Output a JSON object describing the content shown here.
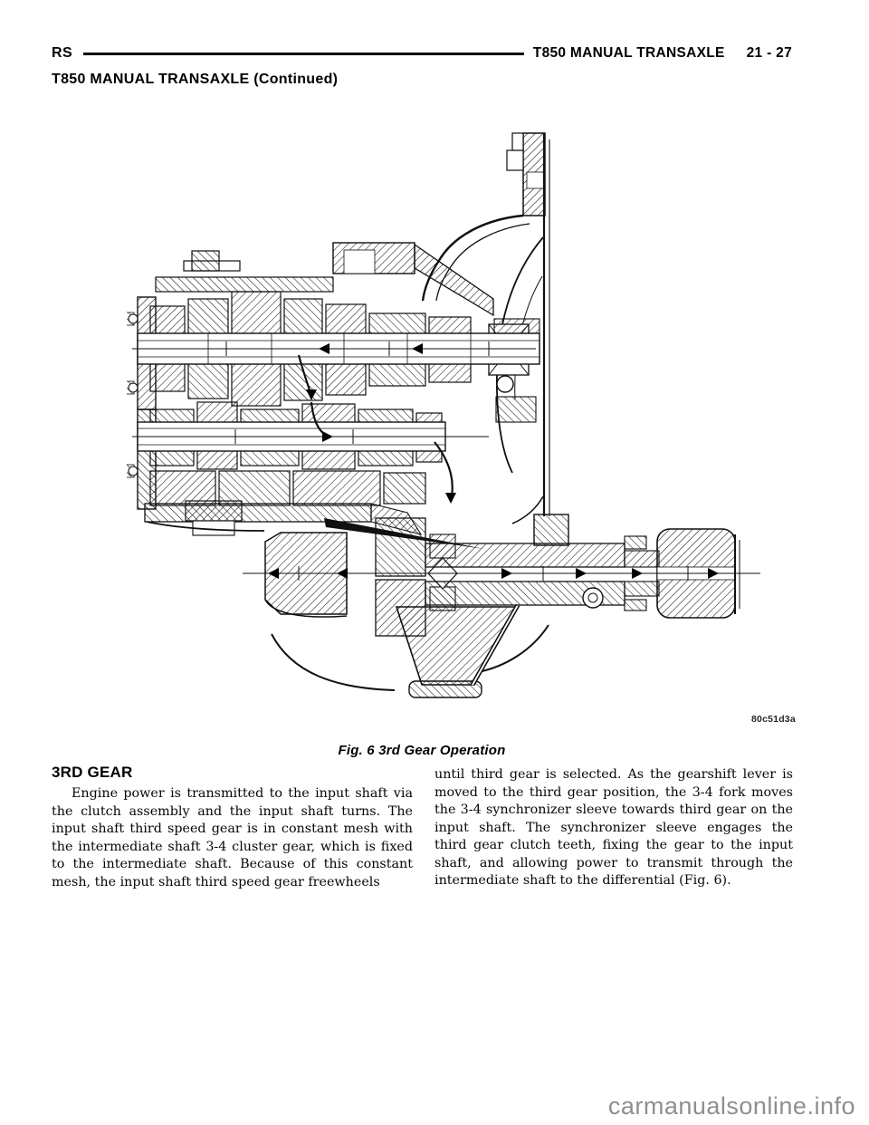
{
  "colors": {
    "ink": "#000000",
    "paper": "#ffffff",
    "watermark_gray": "#8f8f8f"
  },
  "header": {
    "model_code": "RS",
    "title": "T850 MANUAL TRANSAXLE",
    "page_number": "21 - 27",
    "continued": "T850 MANUAL TRANSAXLE (Continued)"
  },
  "figure": {
    "caption": "Fig. 6 3rd Gear Operation",
    "scan_code": "80c51d3a",
    "alt": "Cross-section drawing of the T850 transaxle showing 3rd gear power flow through input shaft, intermediate shaft, differential and axle shaft"
  },
  "section": {
    "heading": "3RD GEAR",
    "paragraph_left": "Engine power is transmitted to the input shaft via the clutch assembly and the input shaft turns. The input shaft third speed gear is in constant mesh with the intermediate shaft 3-4 cluster gear, which is fixed to the intermediate shaft. Because of this constant mesh, the input shaft third speed gear freewheels",
    "paragraph_right": "until third gear is selected. As the gearshift lever is moved to the third gear position, the 3-4 fork moves the 3-4 synchronizer sleeve towards third gear on the input shaft. The synchronizer sleeve engages the third gear clutch teeth, fixing the gear to the input shaft, and allowing power to transmit through the intermediate shaft to the differential (Fig. 6)."
  },
  "watermark": {
    "text": "carmanualsonline.info"
  }
}
